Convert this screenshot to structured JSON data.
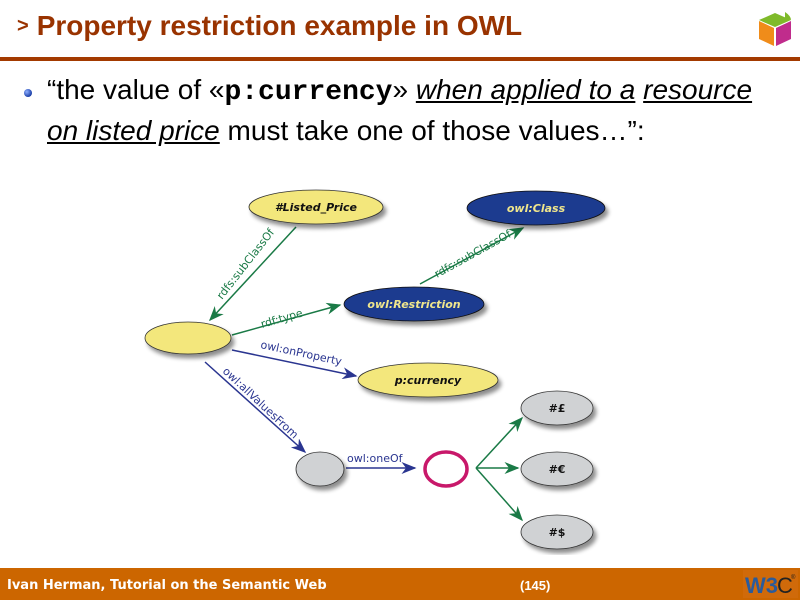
{
  "header": {
    "chevron": ">",
    "title": "Property restriction example in OWL",
    "logo": "semantic-web-cube-logo"
  },
  "bullet": {
    "open_quote": "“the value of «",
    "code": "p:currency",
    "close_code": "» ",
    "emphasis_1": "when applied to a",
    "emphasis_2": "resource on listed price",
    "rest": " must take one of those values…”:"
  },
  "diagram": {
    "nodes": {
      "listed_price": "#Listed_Price",
      "owl_class": "owl:Class",
      "owl_restriction": "owl:Restriction",
      "p_currency": "p:currency",
      "pound": "#£",
      "euro": "#€",
      "dollar": "#$"
    },
    "edges": {
      "subclass_1": "rdfs:subClassOf",
      "subclass_2": "rdfs:subClassOf",
      "rdf_type": "rdf:type",
      "on_property": "owl:onProperty",
      "all_values_from": "owl:allValuesFrom",
      "one_of": "owl:oneOf"
    },
    "colors": {
      "yellow_node": "#f3e77c",
      "blue_node": "#1f3a8f",
      "blue_node_text": "#f0e68c",
      "grey_node": "#d0d2d4",
      "list_ring": "#c8186a",
      "green_edge": "#1a7a46",
      "blue_edge": "#2a3590"
    }
  },
  "footer": {
    "author": "Ivan Herman, Tutorial on the Semantic Web",
    "page": "(145)",
    "logo": "W3C"
  }
}
